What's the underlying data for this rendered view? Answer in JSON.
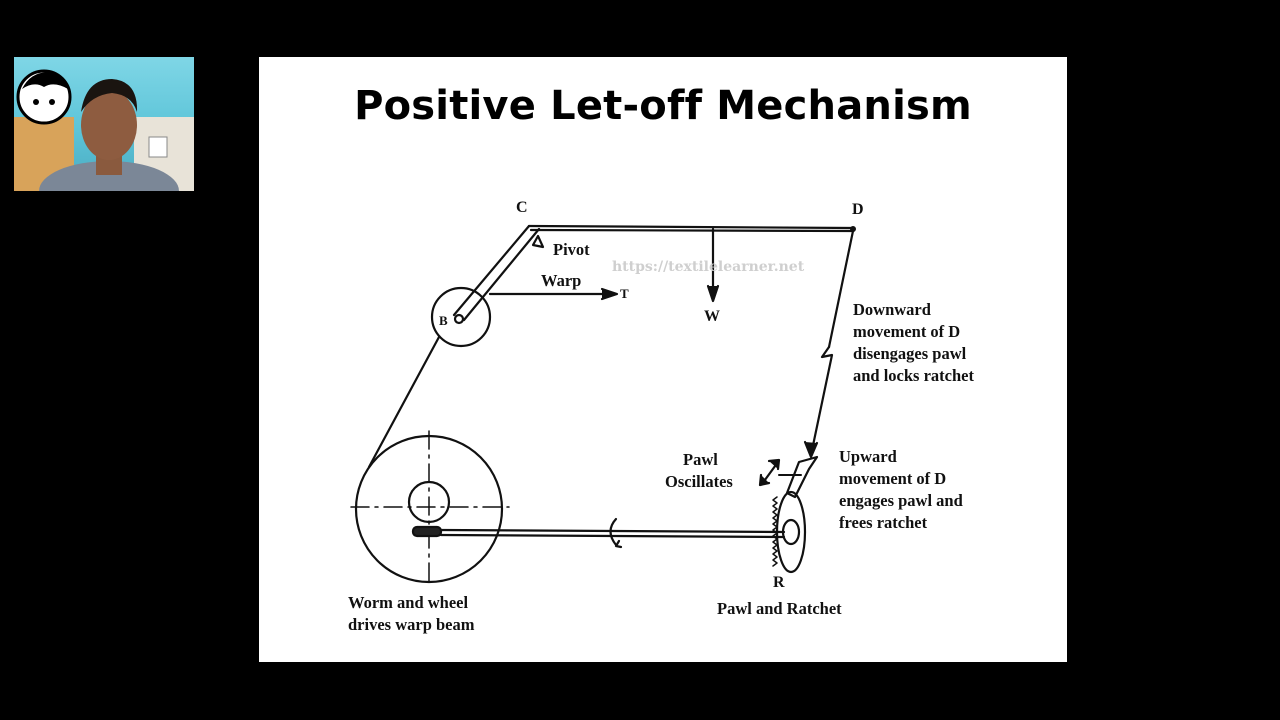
{
  "slide": {
    "title": "Positive Let-off Mechanism",
    "watermark": "https://textilelearner.net"
  },
  "diagram": {
    "point_labels": {
      "c": "C",
      "d": "D",
      "b": "B",
      "t": "T",
      "w": "W",
      "r": "R"
    },
    "labels": {
      "pivot": "Pivot",
      "warp": "Warp",
      "downward": [
        "Downward",
        "movement of D",
        "disengages pawl",
        "and locks ratchet"
      ],
      "upward": [
        "Upward",
        "movement of D",
        "engages pawl and",
        "frees ratchet"
      ],
      "pawl": [
        "Pawl",
        "Oscillates"
      ],
      "worm": [
        "Worm and wheel",
        "drives warp beam"
      ],
      "pawl_ratchet": "Pawl and Ratchet"
    }
  },
  "colors": {
    "background": "#000000",
    "slide": "#ffffff",
    "ink": "#111111",
    "watermark": "#cfcfcf"
  },
  "webcam": {
    "description_icon": "presenter-video-feed"
  }
}
